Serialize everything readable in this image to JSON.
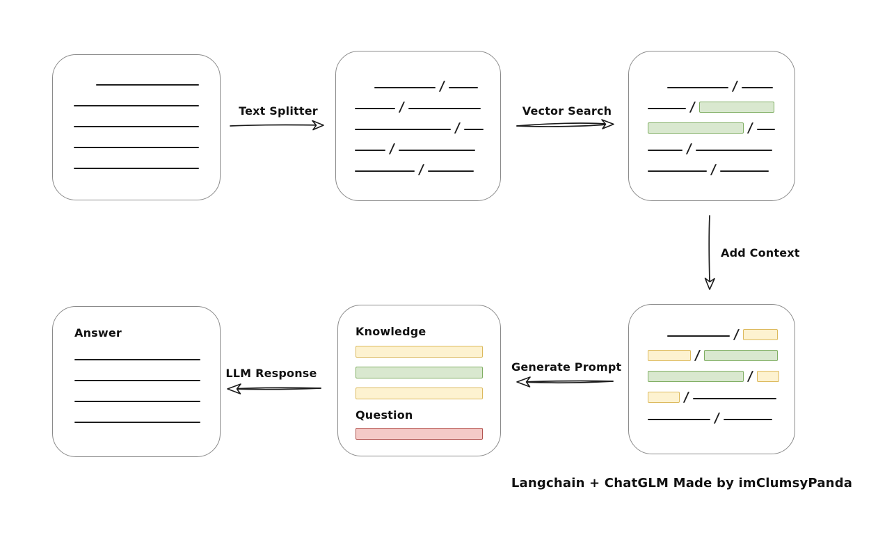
{
  "caption": "Langchain + ChatGLM Made by imClumsyPanda",
  "slash": "/",
  "colors": {
    "line": "#1d1d1d",
    "box_border": "#8a8a8a",
    "green_fill": "#d9e8cf",
    "green_border": "#7fae62",
    "yellow_fill": "#fdf2d0",
    "yellow_border": "#dcb95c",
    "red_fill": "#f4cac7",
    "red_border": "#b25450"
  },
  "arrows": {
    "text_splitter": {
      "label": "Text Splitter",
      "direction": "right"
    },
    "vector_search": {
      "label": "Vector Search",
      "direction": "right"
    },
    "add_context": {
      "label": "Add Context",
      "direction": "down"
    },
    "generate_prompt": {
      "label": "Generate Prompt",
      "direction": "left"
    },
    "llm_response": {
      "label": "LLM Response",
      "direction": "left"
    }
  },
  "nodes": {
    "source_document": {
      "rows": [
        [
          {
            "t": "gap",
            "w": 32
          },
          {
            "t": "line",
            "w": 148
          }
        ],
        [
          {
            "t": "line",
            "w": 180
          }
        ],
        [
          {
            "t": "line",
            "w": 180
          }
        ],
        [
          {
            "t": "line",
            "w": 180
          }
        ],
        [
          {
            "t": "line",
            "w": 180
          }
        ]
      ]
    },
    "split_chunks": {
      "rows": [
        [
          {
            "t": "gap",
            "w": 28
          },
          {
            "t": "line",
            "w": 88
          },
          {
            "t": "slash"
          },
          {
            "t": "line",
            "w": 42
          }
        ],
        [
          {
            "t": "line",
            "w": 58
          },
          {
            "t": "slash"
          },
          {
            "t": "line",
            "w": 104
          }
        ],
        [
          {
            "t": "line",
            "w": 138
          },
          {
            "t": "slash"
          },
          {
            "t": "line",
            "w": 28
          }
        ],
        [
          {
            "t": "line",
            "w": 44
          },
          {
            "t": "slash"
          },
          {
            "t": "line",
            "w": 110
          }
        ],
        [
          {
            "t": "line",
            "w": 86
          },
          {
            "t": "slash"
          },
          {
            "t": "line",
            "w": 66
          }
        ]
      ]
    },
    "matched_chunks": {
      "rows": [
        [
          {
            "t": "gap",
            "w": 28
          },
          {
            "t": "line",
            "w": 88
          },
          {
            "t": "slash"
          },
          {
            "t": "line",
            "w": 45
          }
        ],
        [
          {
            "t": "line",
            "w": 55
          },
          {
            "t": "slash"
          },
          {
            "t": "green",
            "w": 108
          }
        ],
        [
          {
            "t": "green",
            "w": 138
          },
          {
            "t": "slash"
          },
          {
            "t": "line",
            "w": 26
          }
        ],
        [
          {
            "t": "line",
            "w": 50
          },
          {
            "t": "slash"
          },
          {
            "t": "line",
            "w": 110
          }
        ],
        [
          {
            "t": "line",
            "w": 85
          },
          {
            "t": "slash"
          },
          {
            "t": "line",
            "w": 70
          }
        ]
      ]
    },
    "context_chunks": {
      "rows": [
        [
          {
            "t": "gap",
            "w": 28
          },
          {
            "t": "line",
            "w": 90
          },
          {
            "t": "slash"
          },
          {
            "t": "yellow",
            "w": 50
          }
        ],
        [
          {
            "t": "yellow",
            "w": 62
          },
          {
            "t": "slash"
          },
          {
            "t": "green",
            "w": 106
          }
        ],
        [
          {
            "t": "green",
            "w": 138
          },
          {
            "t": "slash"
          },
          {
            "t": "yellow",
            "w": 32
          }
        ],
        [
          {
            "t": "yellow",
            "w": 46
          },
          {
            "t": "slash"
          },
          {
            "t": "line",
            "w": 120
          }
        ],
        [
          {
            "t": "line",
            "w": 90
          },
          {
            "t": "slash"
          },
          {
            "t": "line",
            "w": 70
          }
        ]
      ]
    },
    "prompt": {
      "knowledge_label": "Knowledge",
      "question_label": "Question",
      "knowledge_bars": [
        {
          "c": "yellow",
          "w": 183,
          "name": "knowledge-bar-yellow-1"
        },
        {
          "c": "green",
          "w": 183,
          "name": "knowledge-bar-green"
        },
        {
          "c": "yellow",
          "w": 183,
          "name": "knowledge-bar-yellow-2"
        }
      ],
      "question_bars": [
        {
          "c": "red",
          "w": 183,
          "name": "question-bar-red"
        }
      ]
    },
    "answer": {
      "label": "Answer",
      "rows": [
        [
          {
            "t": "line",
            "w": 181
          }
        ],
        [
          {
            "t": "line",
            "w": 181
          }
        ],
        [
          {
            "t": "line",
            "w": 181
          }
        ],
        [
          {
            "t": "line",
            "w": 181
          }
        ]
      ]
    }
  }
}
